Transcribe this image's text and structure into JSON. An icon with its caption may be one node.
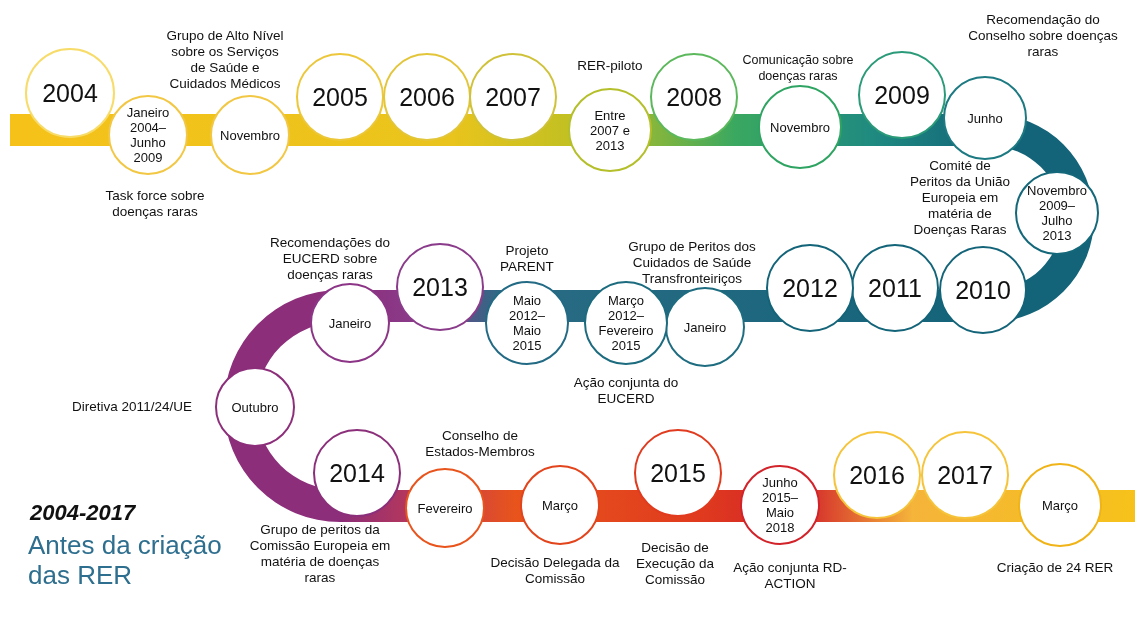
{
  "diagram": {
    "nodes": [
      {
        "text": [
          "2004"
        ]
      },
      {
        "text": [
          "Janeiro 2004–Junho 2009"
        ],
        "beside": [
          "Task force sobre doenças raras"
        ]
      },
      {
        "text": [
          "Novembro"
        ],
        "beside": [
          "Grupo de Alto Nível sobre os Serviços de Saúde e Cuidados Médicos"
        ]
      },
      {
        "text": [
          "2005"
        ]
      },
      {
        "text": [
          "2006"
        ]
      },
      {
        "text": [
          "2007"
        ]
      },
      {
        "text": [
          "Entre 2007 e 2013"
        ],
        "beside": [
          "RER-piloto"
        ]
      },
      {
        "text": [
          "2008"
        ]
      },
      {
        "text": [
          "Novembro"
        ],
        "beside": [
          "Comunicação sobre doenças raras"
        ]
      },
      {
        "text": [
          "2009"
        ]
      },
      {
        "text": [
          "Junho"
        ],
        "beside": [
          "Recomendação do Conselho sobre doenças raras"
        ]
      },
      {
        "text": [
          "Novembro 2009–Julho 2013"
        ],
        "beside": [
          "Comité de Peritos da União Europeia em matéria de Doenças Raras"
        ]
      },
      {
        "text": [
          "2010"
        ]
      },
      {
        "text": [
          "2011"
        ]
      },
      {
        "text": [
          "2012"
        ]
      },
      {
        "text": [
          "Janeiro"
        ],
        "beside": [
          "Grupo de Peritos dos Cuidados de Saúde Transfronteiriços"
        ]
      },
      {
        "text": [
          "Março 2012–Fevereiro 2015"
        ],
        "beside": [
          "Ação conjunta do EUCERD"
        ]
      },
      {
        "text": [
          "Maio 2012–Maio 2015"
        ],
        "beside": [
          "Projeto PARENT"
        ]
      },
      {
        "text": [
          "2013"
        ]
      },
      {
        "text": [
          "Janeiro"
        ],
        "beside": [
          "Recomendações do EUCERD sobre doenças raras"
        ]
      },
      {
        "text": [
          "Outubro"
        ],
        "beside": [
          "Diretiva 2011/24/UE"
        ]
      },
      {
        "text": [
          "2014"
        ],
        "beside": [
          "Grupo de peritos da Comissão Europeia em matéria de doenças raras"
        ]
      },
      {
        "text": [
          "Fevereiro"
        ],
        "beside": [
          "Conselho de Estados-Membros"
        ]
      },
      {
        "text": [
          "Março"
        ],
        "beside": [
          "Decisão Delegada da Comissão"
        ]
      },
      {
        "text": [
          "2015"
        ],
        "beside": [
          "Decisão de Execução da Comissão"
        ]
      },
      {
        "text": [
          "Junho 2015–Maio 2018"
        ],
        "beside": [
          "Ação conjunta RD-ACTION"
        ]
      },
      {
        "text": [
          "2016"
        ]
      },
      {
        "text": [
          "2017"
        ]
      },
      {
        "text": [
          "Março"
        ],
        "beside": [
          "Criação de 24 RER"
        ]
      }
    ],
    "labels": [
      "2004-2017",
      "Antes da criação das RER"
    ]
  }
}
